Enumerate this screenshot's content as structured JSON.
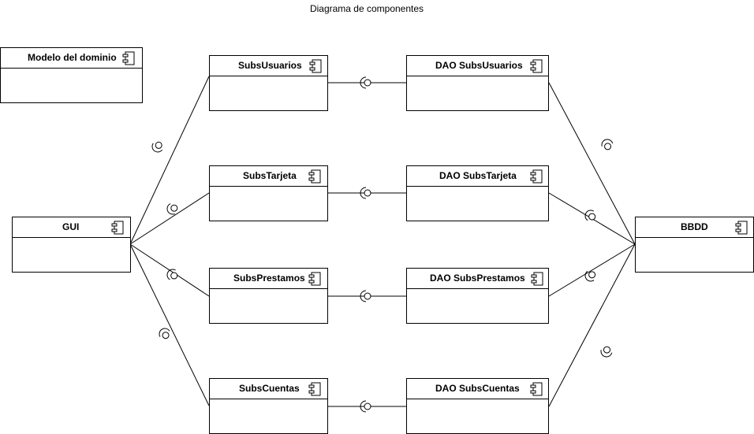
{
  "diagram": {
    "title": "Diagrama de componentes",
    "components": {
      "modelo": "Modelo del dominio",
      "gui": "GUI",
      "subs_usuarios": "SubsUsuarios",
      "subs_tarjeta": "SubsTarjeta",
      "subs_prestamos": "SubsPrestamos",
      "subs_cuentas": "SubsCuentas",
      "dao_usuarios": "DAO SubsUsuarios",
      "dao_tarjeta": "DAO SubsTarjeta",
      "dao_prestamos": "DAO SubsPrestamos",
      "dao_cuentas": "DAO SubsCuentas",
      "bbdd": "BBDD"
    },
    "component_icon": "uml-component-icon",
    "connector_icon": "ball-and-socket-icon"
  }
}
